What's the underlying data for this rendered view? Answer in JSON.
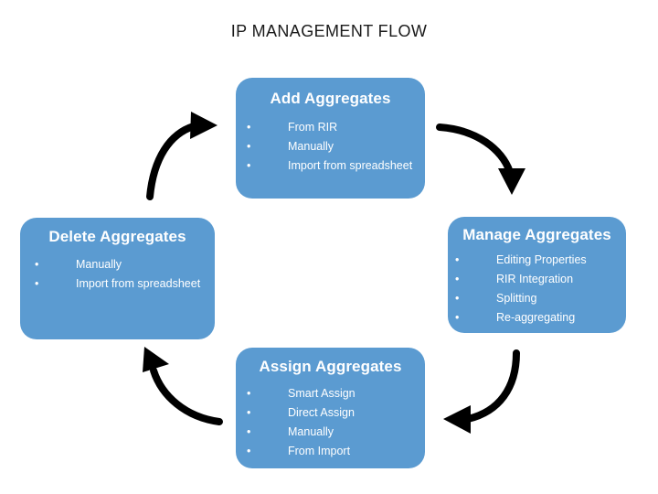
{
  "slide": {
    "title": "IP MANAGEMENT FLOW",
    "background_color": "#FFFFFF",
    "node_color": "#5B9BD1",
    "node_text_color": "#FFFFFF",
    "arrow_color": "#000000",
    "title_color": "#1A1A1A"
  },
  "nodes": [
    {
      "id": "add-aggregates",
      "title": "Add Aggregates",
      "bullet_glyph": "•",
      "items": [
        "From RIR",
        "Manually",
        "Import from spreadsheet"
      ]
    },
    {
      "id": "manage-aggregates",
      "title": "Manage Aggregates",
      "bullet_glyph": "•",
      "items": [
        "Editing Properties",
        "RIR Integration",
        "Splitting",
        "Re-aggregating"
      ]
    },
    {
      "id": "assign-aggregates",
      "title": "Assign Aggregates",
      "bullet_glyph": "•",
      "items": [
        "Smart Assign",
        "Direct Assign",
        "Manually",
        "From Import"
      ]
    },
    {
      "id": "delete-aggregates",
      "title": "Delete Aggregates",
      "bullet_glyph": "•",
      "items": [
        "Manually",
        "Import from spreadsheet"
      ]
    }
  ],
  "arrows": [
    {
      "id": "arrow-add-to-manage",
      "from": "add-aggregates",
      "to": "manage-aggregates",
      "direction": "down-right"
    },
    {
      "id": "arrow-manage-to-assign",
      "from": "manage-aggregates",
      "to": "assign-aggregates",
      "direction": "down-left"
    },
    {
      "id": "arrow-assign-to-delete",
      "from": "assign-aggregates",
      "to": "delete-aggregates",
      "direction": "up-left"
    },
    {
      "id": "arrow-delete-to-add",
      "from": "delete-aggregates",
      "to": "add-aggregates",
      "direction": "up-right"
    }
  ]
}
